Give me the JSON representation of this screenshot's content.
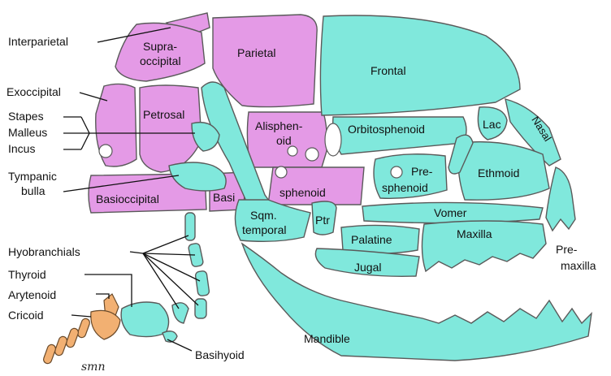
{
  "colors": {
    "cartilage_bone": "#e49ae6",
    "dermal_bone": "#80e8dc",
    "larynx": "#f2b072"
  },
  "labels": {
    "interparietal": "Interparietal",
    "supraoccipital_1": "Supra-",
    "supraoccipital_2": "occipital",
    "parietal": "Parietal",
    "frontal": "Frontal",
    "exoccipital": "Exoccipital",
    "petrosal": "Petrosal",
    "stapes": "Stapes",
    "malleus": "Malleus",
    "incus": "Incus",
    "tympanic_1": "Tympanic",
    "tympanic_2": "bulla",
    "alisphenoid_1": "Alisphen-",
    "alisphenoid_2": "oid",
    "orbitosphenoid": "Orbitosphenoid",
    "lac": "Lac",
    "nasal": "Nasal",
    "basioccipital": "Basioccipital",
    "basi": "Basi",
    "sphenoid": "sphenoid",
    "presphenoid_1": "Pre-",
    "presphenoid_2": "sphenoid",
    "ethmoid": "Ethmoid",
    "vomer": "Vomer",
    "sqm_1": "Sqm.",
    "sqm_2": "temporal",
    "ptr": "Ptr",
    "palatine": "Palatine",
    "maxilla": "Maxilla",
    "premaxilla_1": "Pre-",
    "premaxilla_2": "maxilla",
    "jugal": "Jugal",
    "hyobranchials": "Hyobranchials",
    "thyroid": "Thyroid",
    "arytenoid": "Arytenoid",
    "cricoid": "Cricoid",
    "mandible": "Mandible",
    "basihyoid": "Basihyoid",
    "signature": "smn"
  }
}
